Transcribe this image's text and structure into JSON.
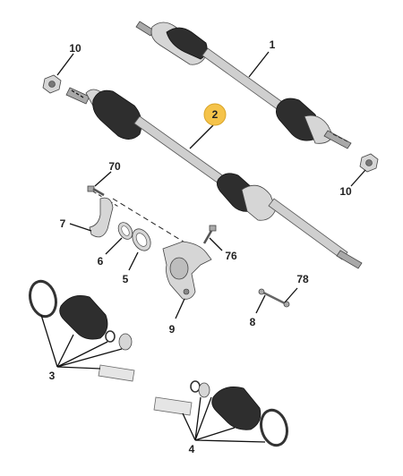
{
  "callouts": {
    "c1": "1",
    "c2": "2",
    "c3": "3",
    "c4": "4",
    "c5": "5",
    "c6": "6",
    "c7": "7",
    "c8": "8",
    "c9": "9",
    "c10a": "10",
    "c10b": "10",
    "c70": "70",
    "c76": "76",
    "c78": "78"
  },
  "colors": {
    "highlight_badge": "#f5c34a",
    "line": "#111111",
    "rubber": "#2e2e2e",
    "metal": "#d6d6d6"
  }
}
